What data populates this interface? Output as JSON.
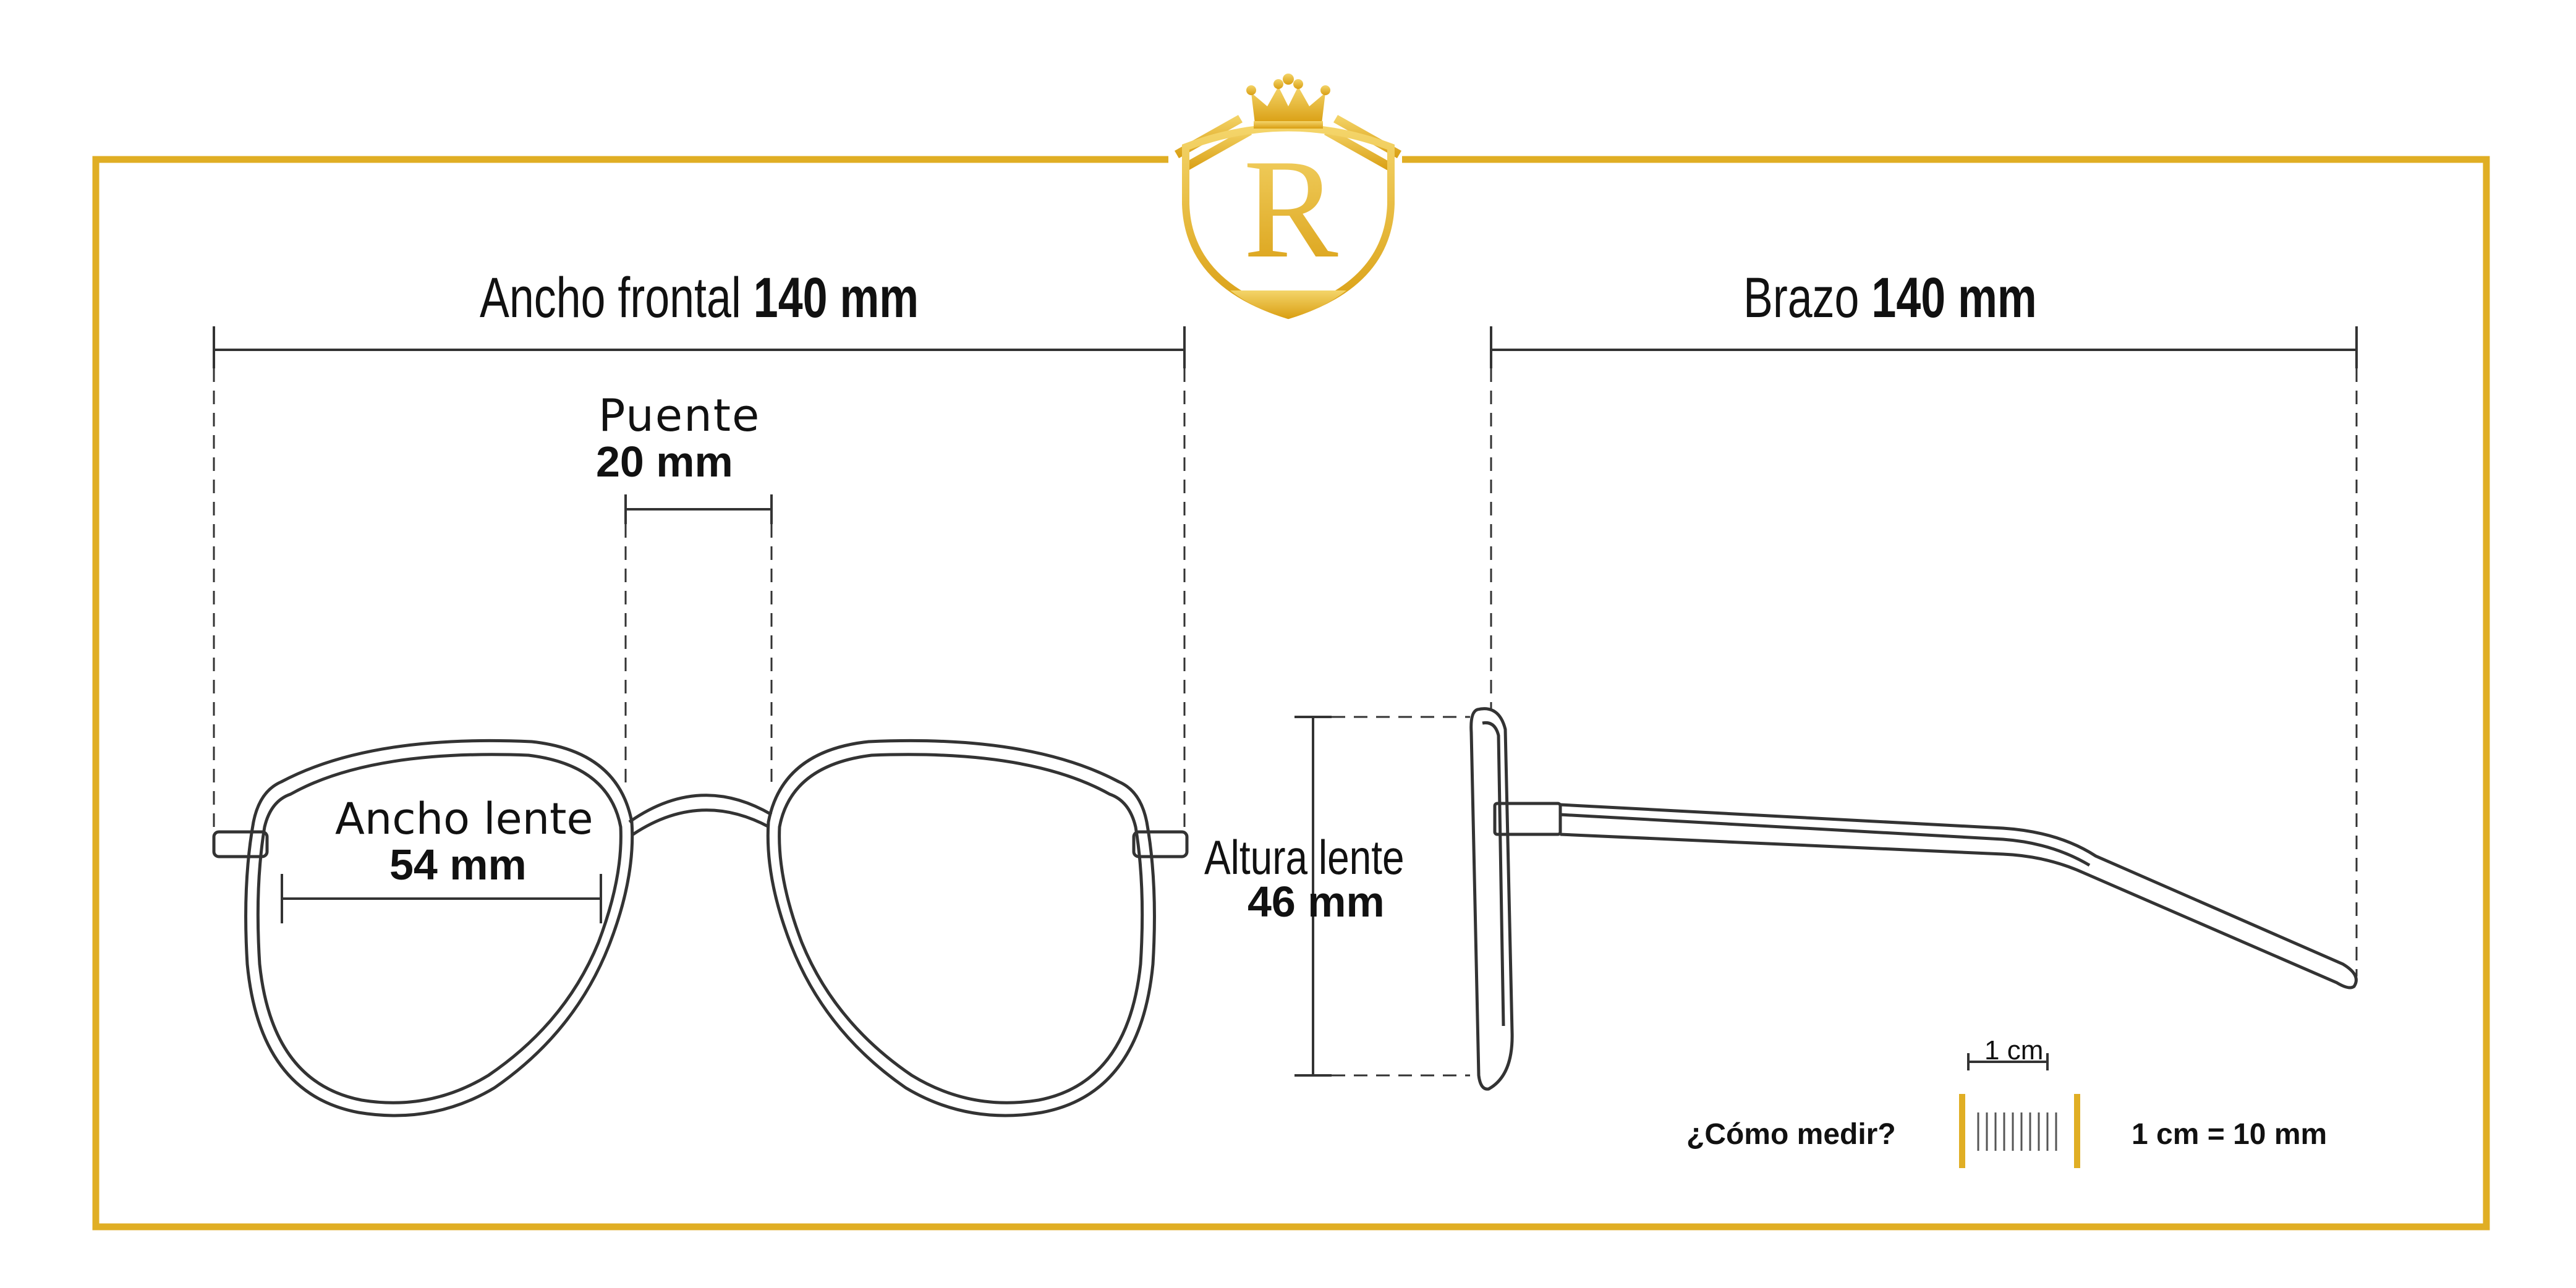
{
  "brand": {
    "logo_letter": "R",
    "accent_color": "#E0AE24",
    "line_color": "#333333"
  },
  "front_view": {
    "total_width_label": "Ancho frontal",
    "total_width_value": "140 mm",
    "bridge_label": "Puente",
    "bridge_value": "20 mm",
    "lens_width_label": "Ancho lente",
    "lens_width_value": "54 mm"
  },
  "side_view": {
    "temple_label": "Brazo",
    "temple_value": "140 mm",
    "lens_height_label": "Altura lente",
    "lens_height_value": "46 mm"
  },
  "measure_help": {
    "question": "¿Cómo medir?",
    "ruler_label": "1 cm",
    "conversion": "1 cm = 10 mm"
  }
}
